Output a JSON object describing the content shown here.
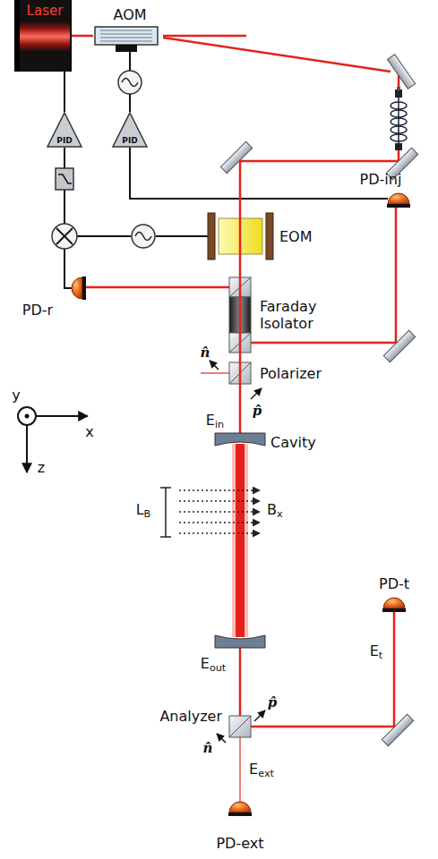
{
  "diagram": {
    "nodes": [
      {
        "text": [
          "Laser"
        ]
      },
      {
        "text": [
          "AOM"
        ]
      },
      {
        "text": [
          "PID"
        ]
      },
      {
        "text": [
          "PID"
        ]
      }
    ],
    "edges": [
      {
        "from": 0,
        "to": 1,
        "arrow": "none"
      },
      {
        "from": 0,
        "to": 2,
        "arrow": "none"
      },
      {
        "from": 1,
        "to": 3,
        "arrow": "none"
      }
    ],
    "labels": [
      "PD-inj",
      "EOM",
      "PD-r",
      "Faraday Isolator",
      "n̂",
      "Polarizer",
      "p̂",
      "y",
      "x",
      "z",
      "Ein",
      "Cavity",
      "LB",
      "Bx",
      "Eout",
      "p̂",
      "Analyzer",
      "n̂",
      "PD-t",
      "Et",
      "Eext",
      "PD-ext"
    ]
  }
}
